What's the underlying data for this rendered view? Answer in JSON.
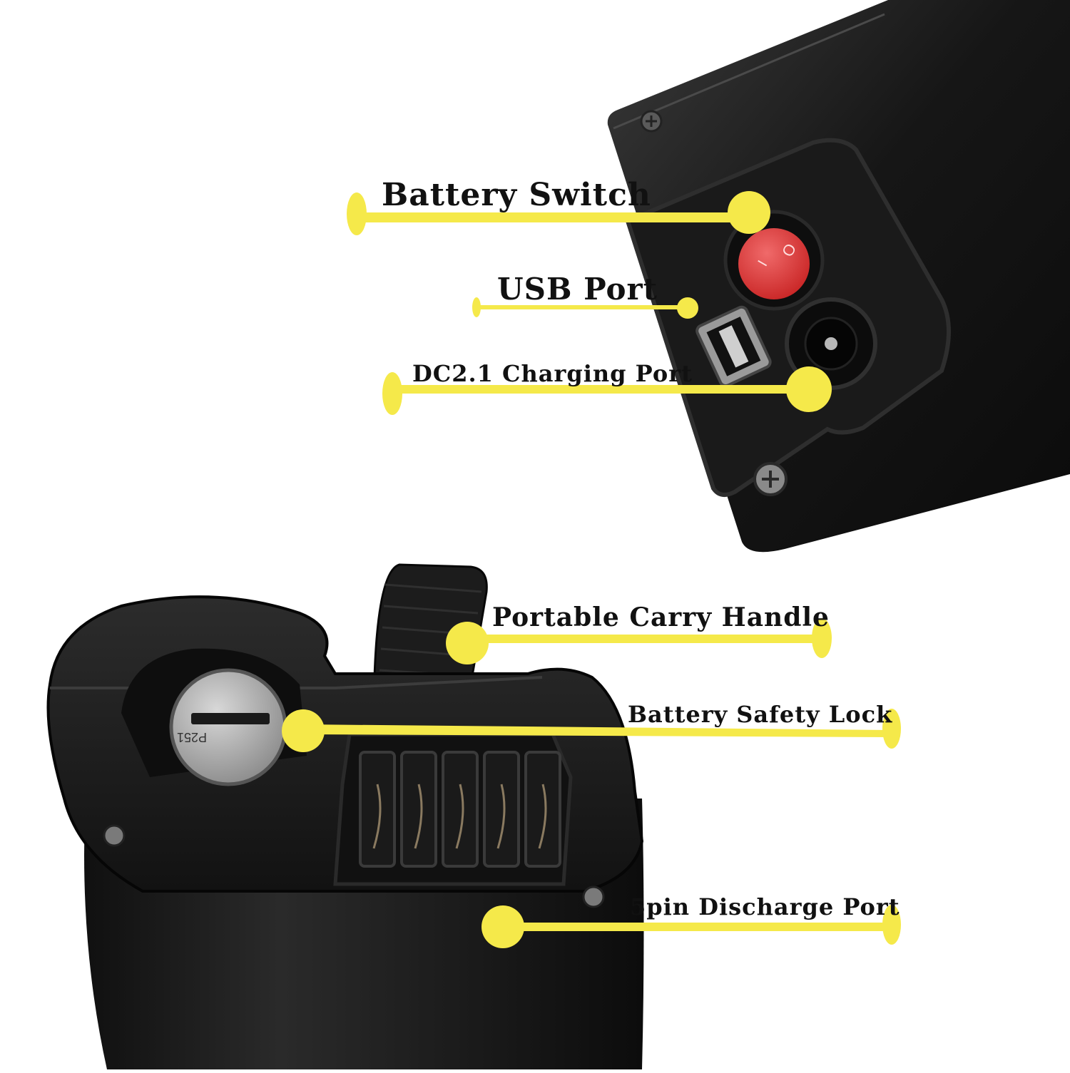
{
  "labels": {
    "battery_switch": "Battery Switch",
    "usb_port": "USB Port",
    "dc_port": "DC2.1 Charging Port",
    "carry_handle": "Portable Carry Handle",
    "safety_lock": "Battery Safety Lock",
    "discharge_port": "5pin Discharge Port"
  },
  "switch_marks": {
    "on": "I",
    "off": "O"
  },
  "key_code": "P251",
  "colors": {
    "callout_yellow": "#f5e94a",
    "battery_black": "#141414",
    "switch_red": "#e23b3b",
    "label_text": "#111111"
  },
  "icons": [
    "rocker-switch-icon",
    "usb-port-icon",
    "dc-jack-icon",
    "key-lock-icon",
    "screw-icon",
    "connector-pin-icon"
  ]
}
